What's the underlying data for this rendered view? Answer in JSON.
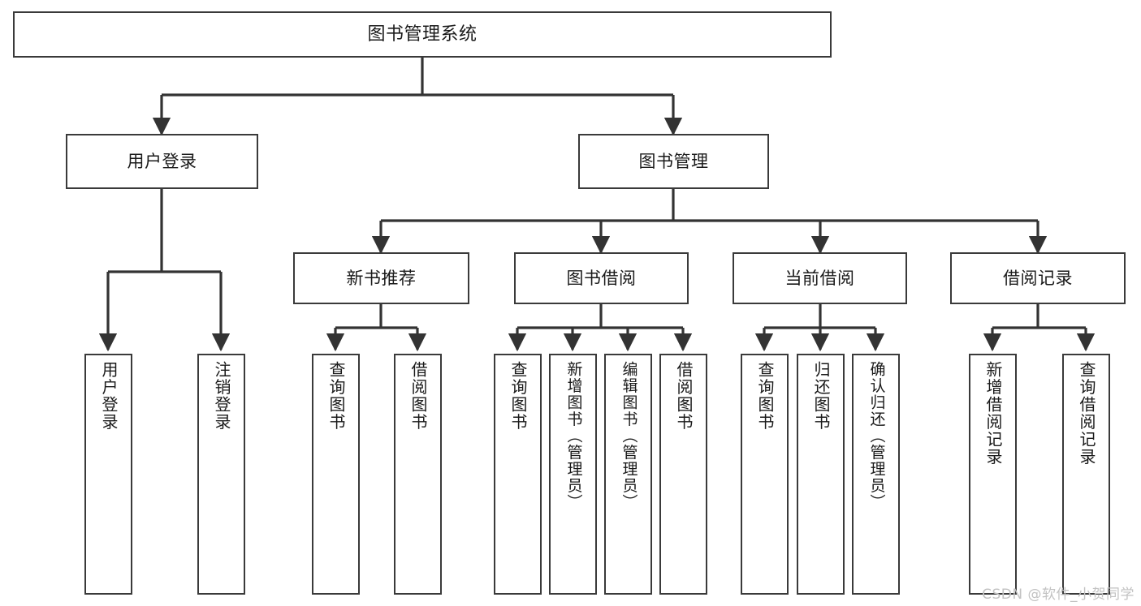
{
  "diagram": {
    "type": "tree",
    "title": "图书管理系统",
    "orientation": "top-down",
    "colors": {
      "node_border": "#3a3a3a",
      "node_fill": "#ffffff",
      "edge": "#333333",
      "text": "#1a1a1a",
      "watermark": "#c2c2c2",
      "background": "#ffffff"
    },
    "root": {
      "label": "图书管理系统"
    },
    "level1": [
      {
        "label": "用户登录"
      },
      {
        "label": "图书管理"
      }
    ],
    "level2": [
      {
        "label": "新书推荐"
      },
      {
        "label": "图书借阅"
      },
      {
        "label": "当前借阅"
      },
      {
        "label": "借阅记录"
      }
    ],
    "leaves": {
      "user_login": [
        {
          "label": "用户登录"
        },
        {
          "label": "注销登录"
        }
      ],
      "new_book_recommend": [
        {
          "label": "查询图书"
        },
        {
          "label": "借阅图书"
        }
      ],
      "book_borrow": [
        {
          "label": "查询图书"
        },
        {
          "label": "新增图书（管理员）"
        },
        {
          "label": "编辑图书（管理员）"
        },
        {
          "label": "借阅图书"
        }
      ],
      "current_borrow": [
        {
          "label": "查询图书"
        },
        {
          "label": "归还图书"
        },
        {
          "label": "确认归还（管理员）"
        }
      ],
      "borrow_record": [
        {
          "label": "新增借阅记录"
        },
        {
          "label": "查询借阅记录"
        }
      ]
    }
  },
  "watermark": {
    "text": "CSDN @软件_小贺同学"
  }
}
